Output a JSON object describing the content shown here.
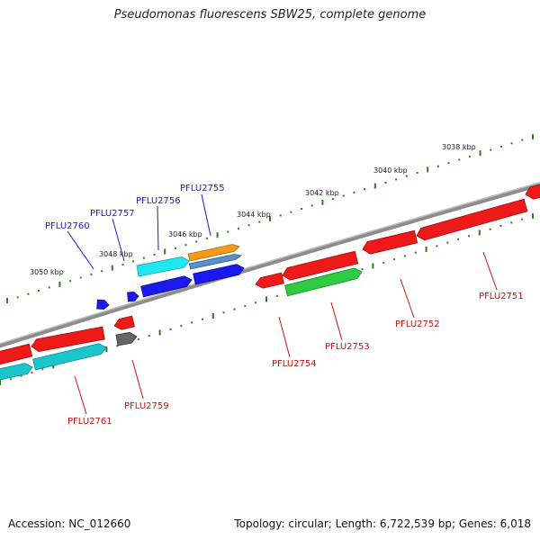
{
  "title": "Pseudomonas fluorescens SBW25, complete genome",
  "accession": "Accession: NC_012660",
  "summary": "Topology: circular; Length: 6,722,539 bp; Genes: 6,018",
  "colors": {
    "backbone": "#8c8c8c",
    "tick": "#2e7d1e",
    "forward_label": "#1a1acc",
    "reverse_label": "#cc1111"
  },
  "scale_labels": [
    "3038 kbp",
    "3040 kbp",
    "3042 kbp",
    "3044 kbp",
    "3046 kbp",
    "3048 kbp",
    "3050 kbp"
  ],
  "genes": [
    {
      "name": "PFLU2751",
      "strand": "reverse"
    },
    {
      "name": "PFLU2752",
      "strand": "reverse"
    },
    {
      "name": "PFLU2753",
      "strand": "reverse"
    },
    {
      "name": "PFLU2754",
      "strand": "reverse"
    },
    {
      "name": "PFLU2755",
      "strand": "forward"
    },
    {
      "name": "PFLU2756",
      "strand": "forward"
    },
    {
      "name": "PFLU2757",
      "strand": "forward"
    },
    {
      "name": "PFLU2759",
      "strand": "reverse"
    },
    {
      "name": "PFLU2760",
      "strand": "forward"
    },
    {
      "name": "PFLU2761",
      "strand": "reverse"
    }
  ]
}
